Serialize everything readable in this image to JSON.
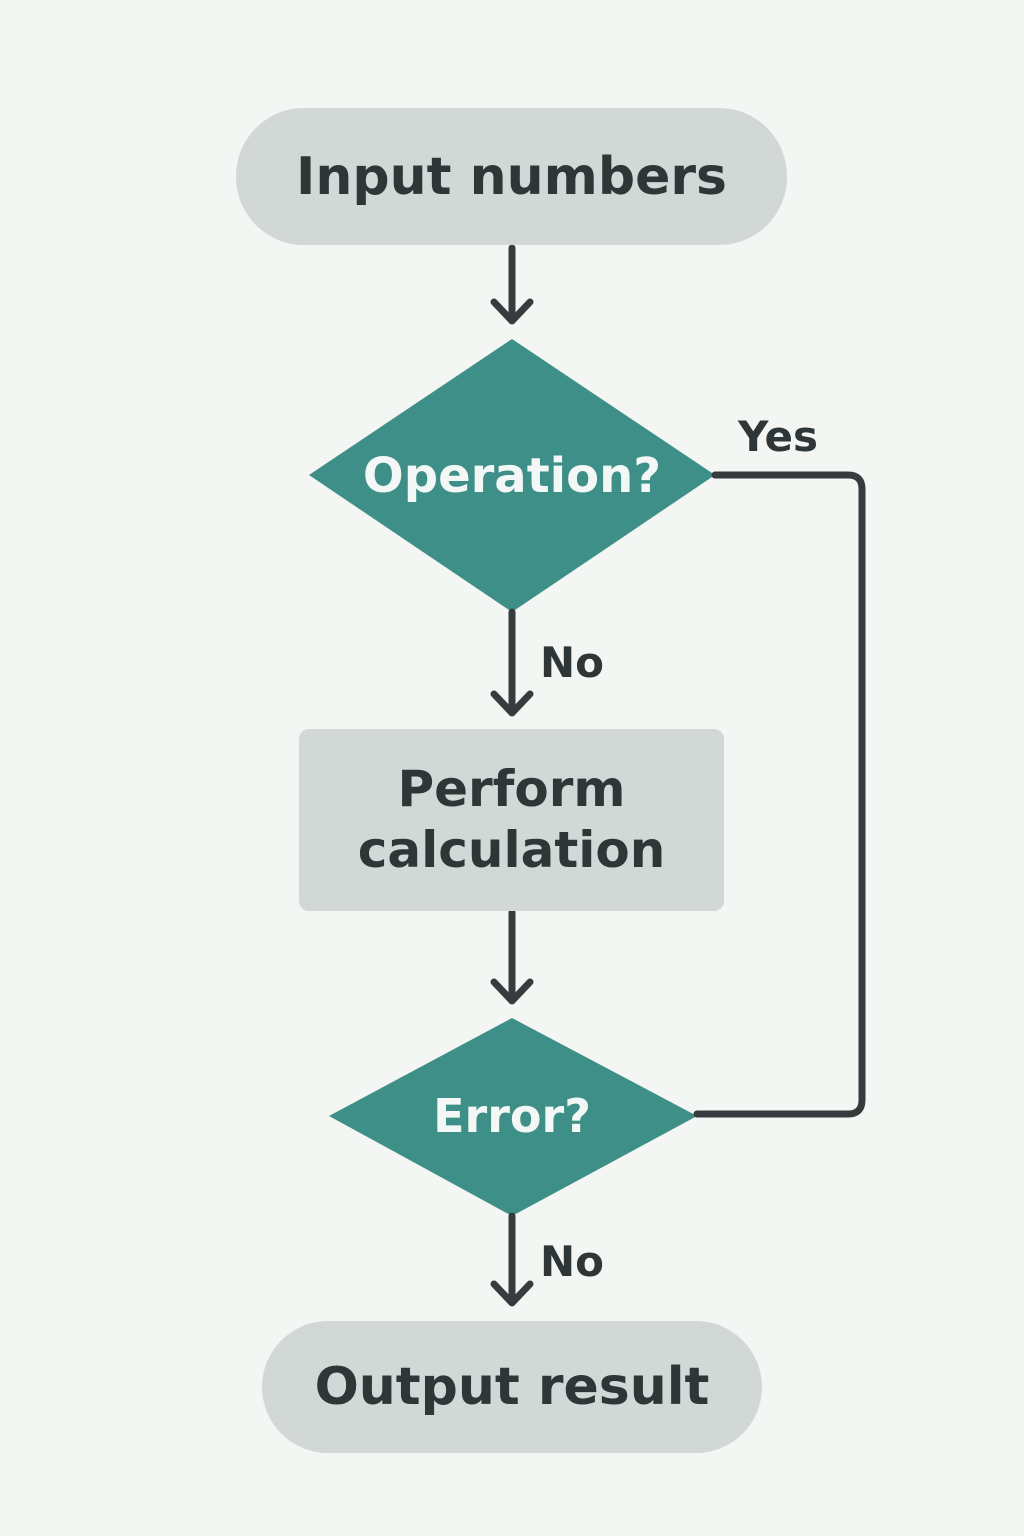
{
  "nodes": {
    "input": "Input numbers",
    "operation": "Operation?",
    "perform_line1": "Perform",
    "perform_line2": "calculation",
    "error": "Error?",
    "output": "Output result"
  },
  "edge_labels": {
    "operation_yes": "Yes",
    "operation_no": "No",
    "error_no": "No"
  },
  "colors": {
    "background": "#f3f6f2",
    "process_fill": "#d2d8d5",
    "decision_fill": "#3d8f88",
    "text_dark": "#2f3638",
    "text_light": "#f3f7f5",
    "connector": "#363c3e"
  }
}
